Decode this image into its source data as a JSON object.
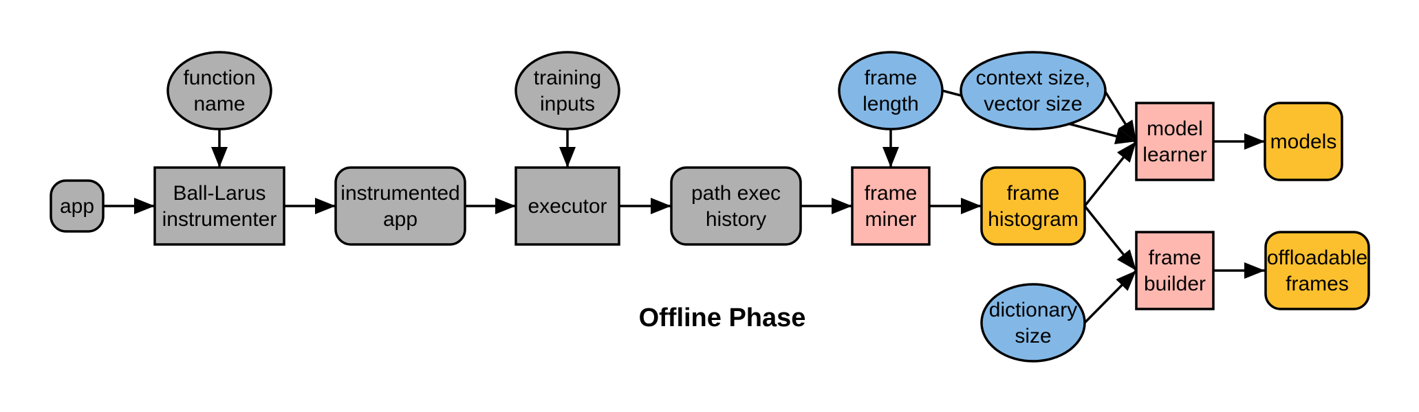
{
  "title": "Offline Phase",
  "colors": {
    "gray": "#b0b0b0",
    "pink": "#ffb8b0",
    "orange": "#fcc02e",
    "blue": "#83b8e6",
    "stroke": "#000000"
  },
  "nodes": {
    "app": {
      "lines": [
        "app"
      ],
      "color": "gray",
      "shape": "rounded"
    },
    "function_name": {
      "lines": [
        "function",
        "name"
      ],
      "color": "gray",
      "shape": "ellipse"
    },
    "ball_larus": {
      "lines": [
        "Ball-Larus",
        "instrumenter"
      ],
      "color": "gray",
      "shape": "rect"
    },
    "instrumented_app": {
      "lines": [
        "instrumented",
        "app"
      ],
      "color": "gray",
      "shape": "rounded"
    },
    "training_inputs": {
      "lines": [
        "training",
        "inputs"
      ],
      "color": "gray",
      "shape": "ellipse"
    },
    "executor": {
      "lines": [
        "executor"
      ],
      "color": "gray",
      "shape": "rect"
    },
    "path_exec_history": {
      "lines": [
        "path exec",
        "history"
      ],
      "color": "gray",
      "shape": "rounded"
    },
    "frame_length": {
      "lines": [
        "frame",
        "length"
      ],
      "color": "blue",
      "shape": "ellipse"
    },
    "frame_miner": {
      "lines": [
        "frame",
        "miner"
      ],
      "color": "pink",
      "shape": "rect"
    },
    "context_size": {
      "lines": [
        "context size,",
        "vector size"
      ],
      "color": "blue",
      "shape": "ellipse"
    },
    "frame_histogram": {
      "lines": [
        "frame",
        "histogram"
      ],
      "color": "orange",
      "shape": "rounded"
    },
    "dictionary_size": {
      "lines": [
        "dictionary",
        "size"
      ],
      "color": "blue",
      "shape": "ellipse"
    },
    "model_learner": {
      "lines": [
        "model",
        "learner"
      ],
      "color": "pink",
      "shape": "rect"
    },
    "frame_builder": {
      "lines": [
        "frame",
        "builder"
      ],
      "color": "pink",
      "shape": "rect"
    },
    "models": {
      "lines": [
        "models"
      ],
      "color": "orange",
      "shape": "rounded"
    },
    "offloadable_frames": {
      "lines": [
        "offloadable",
        "frames"
      ],
      "color": "orange",
      "shape": "rounded"
    }
  },
  "edges": [
    {
      "from": "app",
      "to": "ball_larus"
    },
    {
      "from": "function_name",
      "to": "ball_larus"
    },
    {
      "from": "ball_larus",
      "to": "instrumented_app"
    },
    {
      "from": "instrumented_app",
      "to": "executor"
    },
    {
      "from": "training_inputs",
      "to": "executor"
    },
    {
      "from": "executor",
      "to": "path_exec_history"
    },
    {
      "from": "path_exec_history",
      "to": "frame_miner"
    },
    {
      "from": "frame_length",
      "to": "frame_miner"
    },
    {
      "from": "frame_miner",
      "to": "frame_histogram"
    },
    {
      "from": "frame_length",
      "to": "model_learner"
    },
    {
      "from": "context_size",
      "to": "model_learner"
    },
    {
      "from": "frame_histogram",
      "to": "model_learner"
    },
    {
      "from": "frame_histogram",
      "to": "frame_builder"
    },
    {
      "from": "dictionary_size",
      "to": "frame_builder"
    },
    {
      "from": "model_learner",
      "to": "models"
    },
    {
      "from": "frame_builder",
      "to": "offloadable_frames"
    }
  ]
}
